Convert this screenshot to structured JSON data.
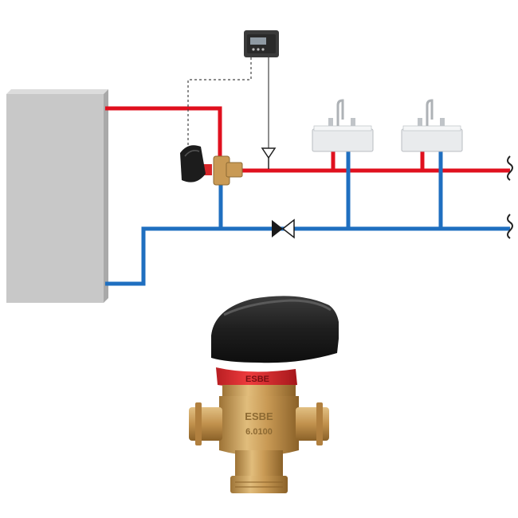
{
  "colors": {
    "hot_pipe": "#e0101e",
    "cold_pipe": "#1f6fc0",
    "boiler_face": "#c8c8c8",
    "boiler_side": "#a9a9a9",
    "actuator_body": "#1c1c1c",
    "actuator_ring": "#d8262a",
    "brass": "#c99a55",
    "controller_body": "#3a3a3a",
    "sink": "#e9ebed",
    "signal_line": "#444444"
  },
  "icons": {
    "boiler": "boiler-icon",
    "mixing_valve": "mixing-valve-icon",
    "controller": "controller-icon",
    "temperature_sensor": "temperature-sensor-icon",
    "check_valve": "check-valve-icon",
    "sink": "sink-icon",
    "pipe_break": "pipe-break-icon"
  },
  "product": {
    "ring_brand": "ESBE",
    "body_brand": "ESBE",
    "body_model": "6.0100"
  }
}
